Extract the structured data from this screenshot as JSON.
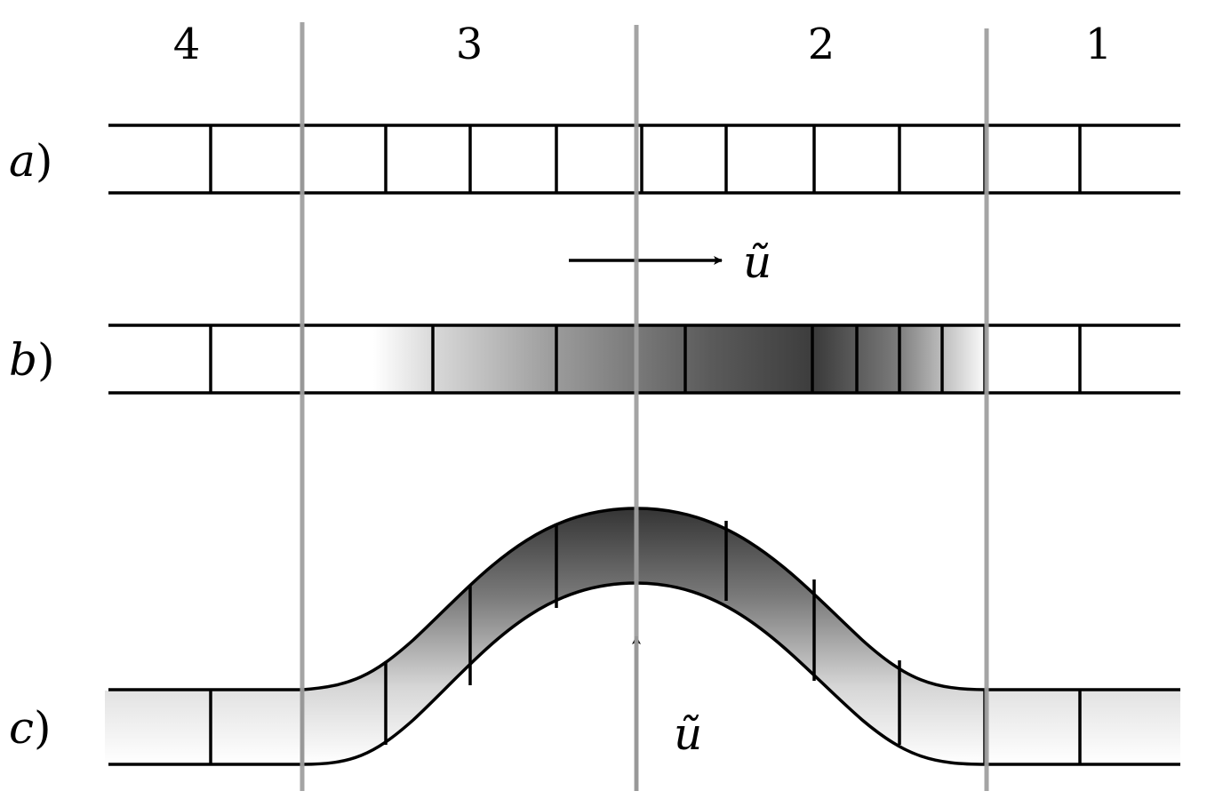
{
  "regions": [
    {
      "label": "4"
    },
    {
      "label": "3"
    },
    {
      "label": "2"
    },
    {
      "label": "1"
    }
  ],
  "rows": [
    {
      "label": "a"
    },
    {
      "label": "b"
    },
    {
      "label": "c"
    }
  ],
  "velocity_label": "ũ",
  "colors": {
    "line": "#000000",
    "divider": "#a0a0a0",
    "shade_dark": "#3a3a3a",
    "shade_light": "#ffffff"
  }
}
